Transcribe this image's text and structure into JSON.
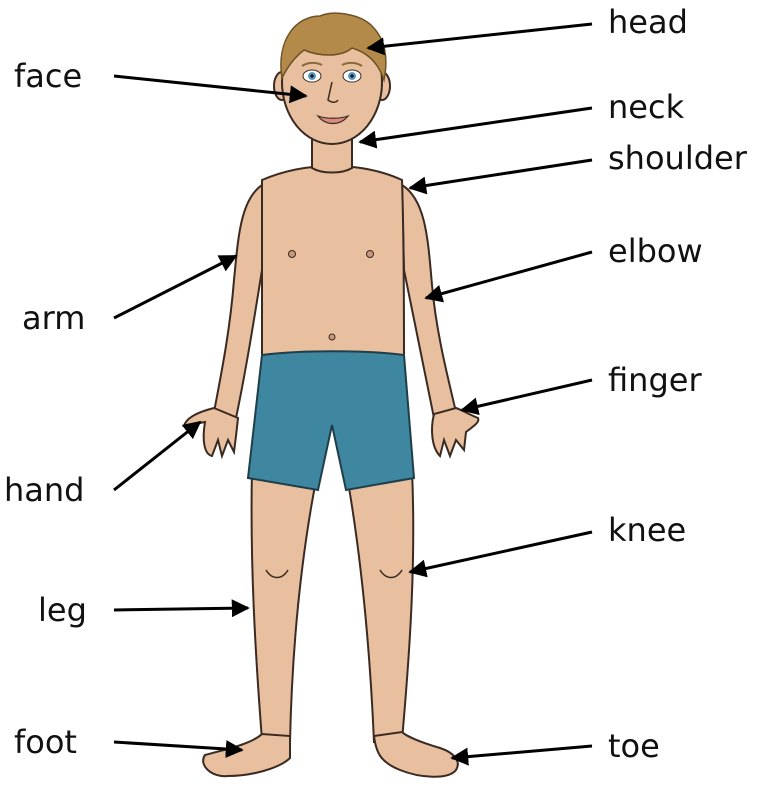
{
  "labels": {
    "head": "head",
    "face": "face",
    "neck": "neck",
    "shoulder": "shoulder",
    "elbow": "elbow",
    "arm": "arm",
    "finger": "finger",
    "hand": "hand",
    "knee": "knee",
    "leg": "leg",
    "foot": "foot",
    "toe": "toe"
  },
  "colors": {
    "skin": "#e8bf9f",
    "skin_outline": "#3a2a22",
    "hair": "#b38a4a",
    "shorts": "#3f86a0",
    "eyes": "#5a9bc8",
    "arrow": "#000000",
    "text": "#111111"
  }
}
